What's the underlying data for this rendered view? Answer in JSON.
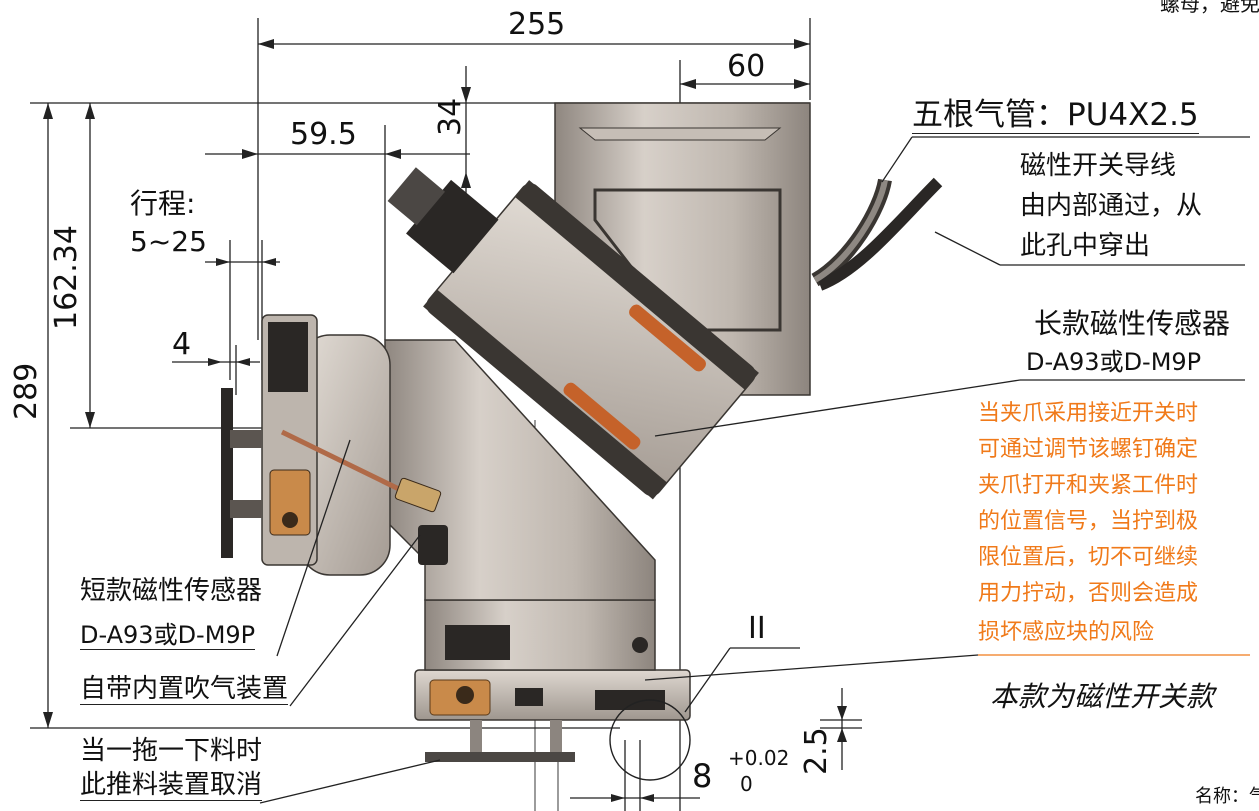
{
  "dimensions": {
    "d255": "255",
    "d60": "60",
    "d59_5": "59.5",
    "d34": "34",
    "d162_34": "162.34",
    "d289": "289",
    "d4": "4",
    "d8": "8",
    "d2_5": "2.5",
    "tol_upper": "+0.02",
    "tol_lower": "0"
  },
  "labels": {
    "stroke_title": "行程:",
    "stroke_value": "5~25",
    "air_tubes": "五根气管：PU4X2.5",
    "switch_wire_1": "磁性开关导线",
    "switch_wire_2": "由内部通过，从",
    "switch_wire_3": "此孔中穿出",
    "long_sensor": "长款磁性传感器",
    "long_sensor_model": "D-A93或D-M9P",
    "short_sensor": "短款磁性传感器",
    "short_sensor_model": "D-A93或D-M9P",
    "builtin_blow": "自带内置吹气装置",
    "push_note_1": "当一拖一下料时",
    "push_note_2": "此推料装置取消",
    "detail_ii": "II",
    "model_note": "本款为磁性开关款",
    "top_right_fragment": "螺母，避免",
    "bottom_right_fragment": "名称：气"
  },
  "orange_note": [
    "当夹爪采用接近开关时",
    "可通过调节该螺钉确定",
    "夹爪打开和夹紧工件时",
    "的位置信号，当拧到极",
    "限位置后，切不可继续",
    "用力拧动，否则会造成",
    "损坏感应块的风险"
  ],
  "colors": {
    "orange_text": "#f07a1a",
    "metal_light": "#cfc7bf",
    "metal_mid": "#a89f97",
    "metal_dark": "#5b5550",
    "black_part": "#2a2725",
    "accent_copper": "#c98a4a"
  }
}
